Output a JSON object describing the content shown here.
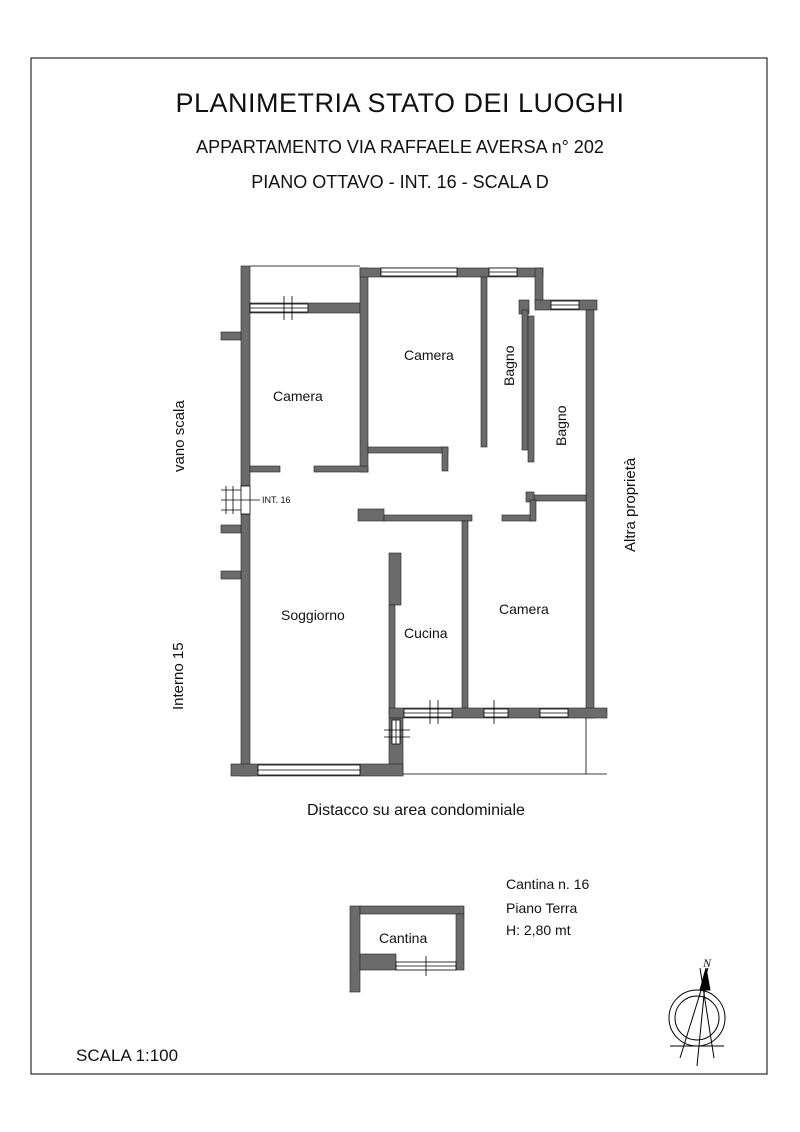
{
  "title": "PLANIMETRIA STATO DEI LUOGHI",
  "subtitle1": "APPARTAMENTO VIA RAFFAELE AVERSA n° 202",
  "subtitle2": "PIANO OTTAVO - INT. 16 - SCALA D",
  "rooms": {
    "camera_nw": "Camera",
    "camera_n": "Camera",
    "bagno1": "Bagno",
    "bagno2": "Bagno",
    "soggiorno": "Soggiorno",
    "cucina": "Cucina",
    "camera_se": "Camera",
    "cantina": "Cantina"
  },
  "labels": {
    "vano_scala": "vano scala",
    "interno_15": "Interno 15",
    "altra_proprieta": "Altra proprietà",
    "int16": "INT. 16",
    "distacco": "Distacco su area condominiale"
  },
  "cantina_info": {
    "line1": "Cantina n. 16",
    "line2": "Piano Terra",
    "line3": "H: 2,80 mt"
  },
  "scale": "SCALA 1:100",
  "north": "N",
  "colors": {
    "wall": "#6b6b6b",
    "line": "#000000"
  }
}
